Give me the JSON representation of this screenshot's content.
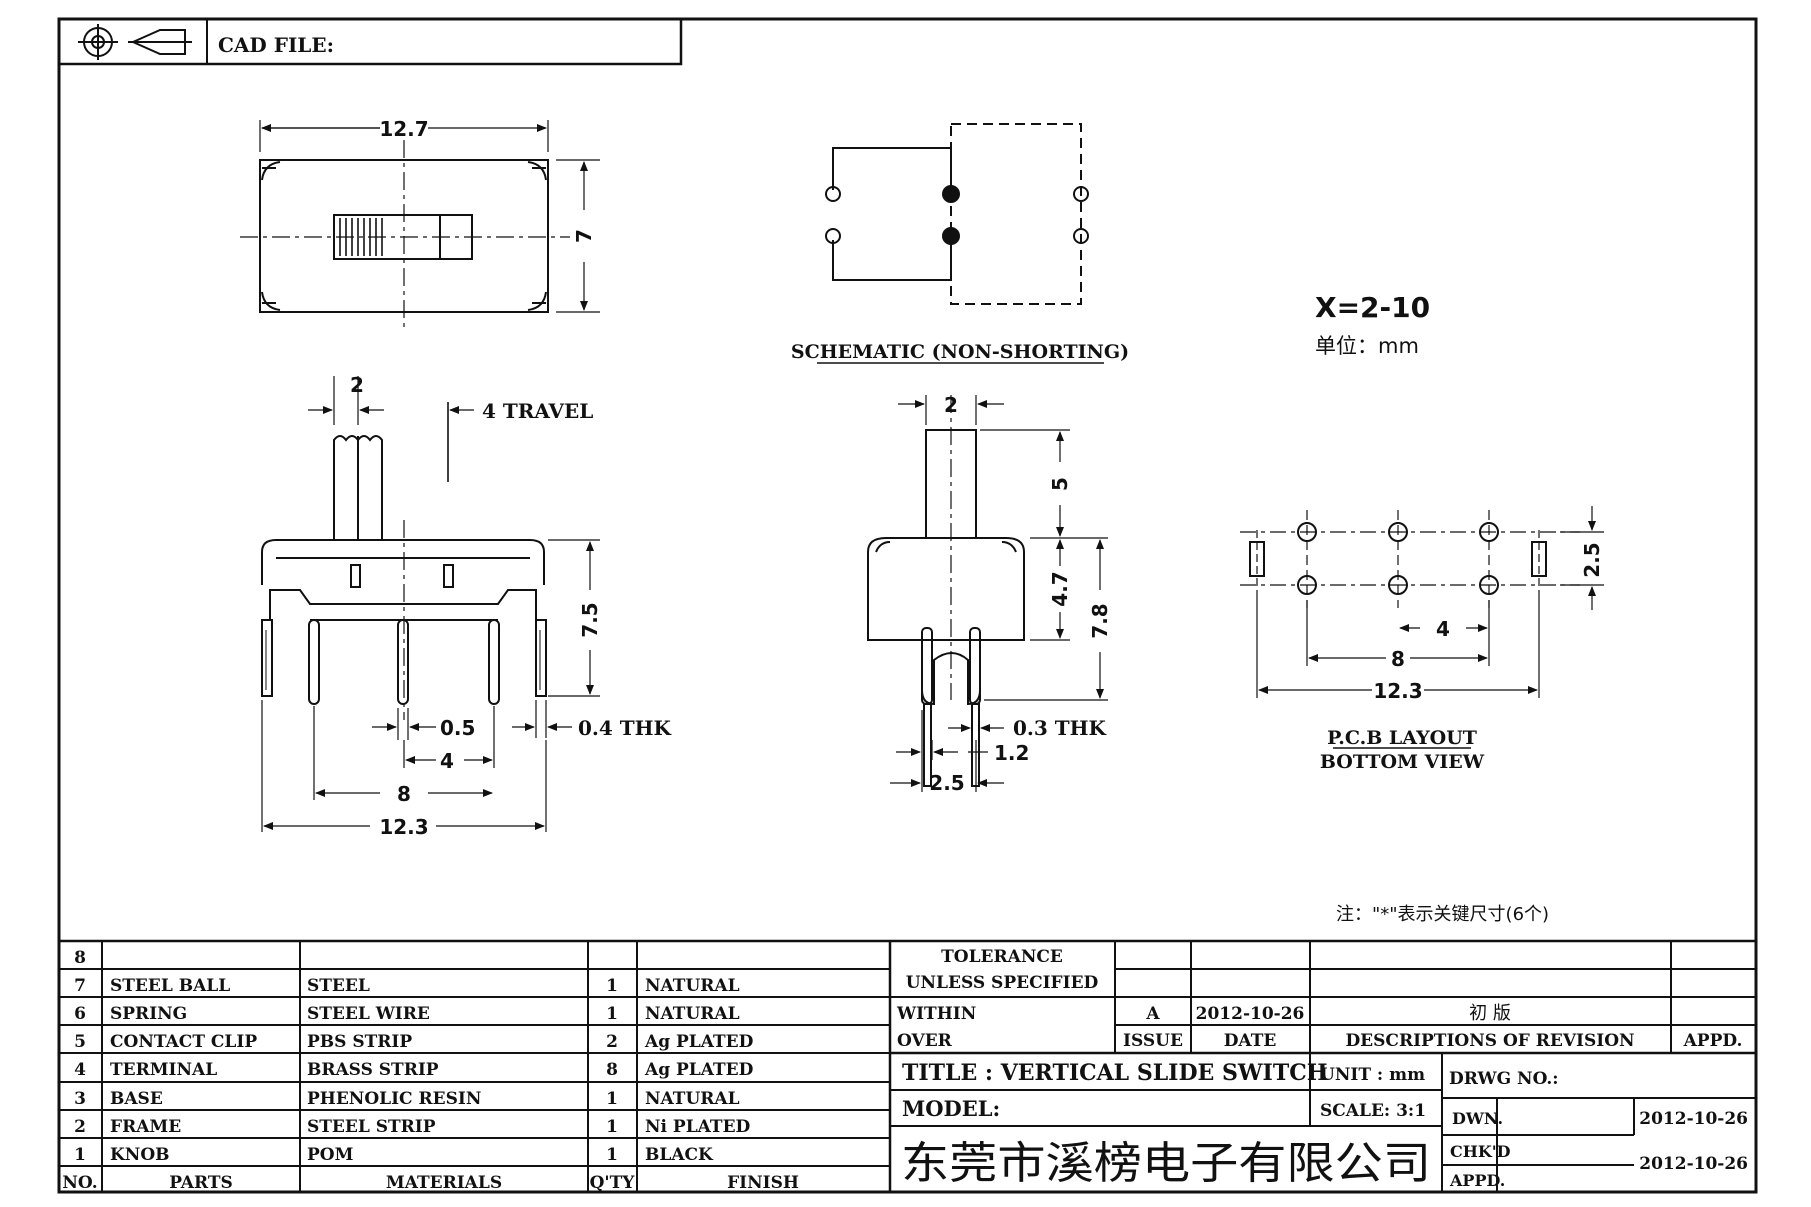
{
  "header": {
    "cad_file_label": "CAD FILE:"
  },
  "top_view": {
    "width_dim": "12.7",
    "height_dim": "7"
  },
  "schematic": {
    "label": "SCHEMATIC (NON-SHORTING)"
  },
  "notes": {
    "x_range": "X=2-10",
    "unit_line": "单位：mm",
    "key_note": "注：\"*\"表示关键尺寸(6个)"
  },
  "side_view": {
    "top_dim": "2",
    "travel": "4 TRAVEL",
    "height_dim": "7.5",
    "pin_dim": "0.5",
    "thk": "0.4 THK",
    "pitch": "4",
    "span": "8",
    "overall": "12.3"
  },
  "front_view": {
    "top_dim": "2",
    "dim_5": "5",
    "dim_47": "4.7",
    "dim_78": "7.8",
    "thk": "0.3 THK",
    "dim_12": "1.2",
    "dim_25": "2.5"
  },
  "pcb": {
    "dim_25": "2.5",
    "dim_4": "4",
    "dim_8": "8",
    "dim_123": "12.3",
    "label_1": "P.C.B LAYOUT",
    "label_2": "BOTTOM VIEW"
  },
  "bom": {
    "rows": [
      {
        "no": "8",
        "part": "",
        "material": "",
        "qty": "",
        "finish": ""
      },
      {
        "no": "7",
        "part": "STEEL BALL",
        "material": "STEEL",
        "qty": "1",
        "finish": "NATURAL"
      },
      {
        "no": "6",
        "part": "SPRING",
        "material": "STEEL WIRE",
        "qty": "1",
        "finish": "NATURAL"
      },
      {
        "no": "5",
        "part": "CONTACT CLIP",
        "material": "PBS STRIP",
        "qty": "2",
        "finish": "Ag PLATED"
      },
      {
        "no": "4",
        "part": "TERMINAL",
        "material": "BRASS STRIP",
        "qty": "8",
        "finish": "Ag PLATED"
      },
      {
        "no": "3",
        "part": "BASE",
        "material": "PHENOLIC RESIN",
        "qty": "1",
        "finish": "NATURAL"
      },
      {
        "no": "2",
        "part": "FRAME",
        "material": "STEEL STRIP",
        "qty": "1",
        "finish": "Ni PLATED"
      },
      {
        "no": "1",
        "part": "KNOB",
        "material": "POM",
        "qty": "1",
        "finish": "BLACK"
      }
    ],
    "headers": {
      "no": "NO.",
      "part": "PARTS",
      "material": "MATERIALS",
      "qty": "Q'TY",
      "finish": "FINISH"
    }
  },
  "title_block": {
    "tolerance_1": "TOLERANCE",
    "tolerance_2": "UNLESS  SPECIFIED",
    "within": "WITHIN",
    "over": "OVER",
    "issue_val": "A",
    "date_val": "2012-10-26",
    "rev_desc": "初  版",
    "issue_label": "ISSUE",
    "date_label": "DATE",
    "desc_label": "DESCRIPTIONS OF REVISION",
    "appd_label": "APPD.",
    "title": "TITLE :  VERTICAL SLIDE SWITCH",
    "unit": "UNIT :  mm",
    "drwg_no": "DRWG NO.:",
    "model": "MODEL:",
    "scale": "SCALE:  3:1",
    "company": "东莞市溪榜电子有限公司",
    "dwn": "DWN.",
    "dwn_date": "2012-10-26",
    "chkd": "CHK'D",
    "chkd_date": "2012-10-26",
    "appd": "APPD."
  }
}
